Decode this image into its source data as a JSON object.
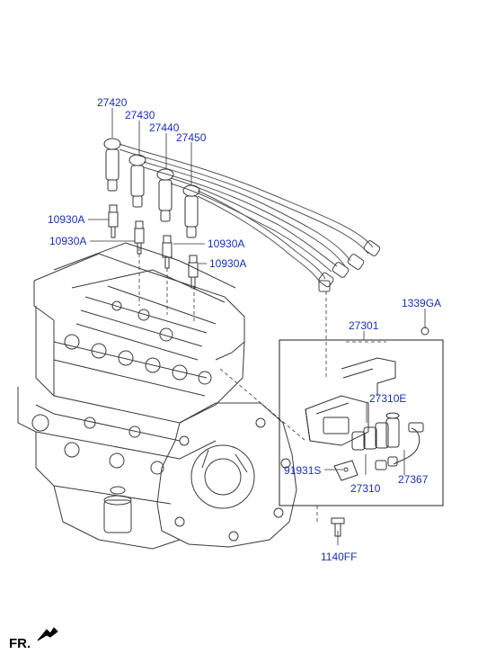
{
  "parts": {
    "p27420": "27420",
    "p27430": "27430",
    "p27440": "27440",
    "p27450": "27450",
    "p10930a_1": "10930A",
    "p10930a_2": "10930A",
    "p10930a_3": "10930A",
    "p10930a_4": "10930A",
    "p1339ga": "1339GA",
    "p27301": "27301",
    "p27310e": "27310E",
    "p91931s": "91931S",
    "p27367": "27367",
    "p27310": "27310",
    "p1140ff": "1140FF"
  },
  "direction": {
    "label": "FR."
  },
  "colors": {
    "label": "#1a2fb0",
    "line": "#333333"
  }
}
